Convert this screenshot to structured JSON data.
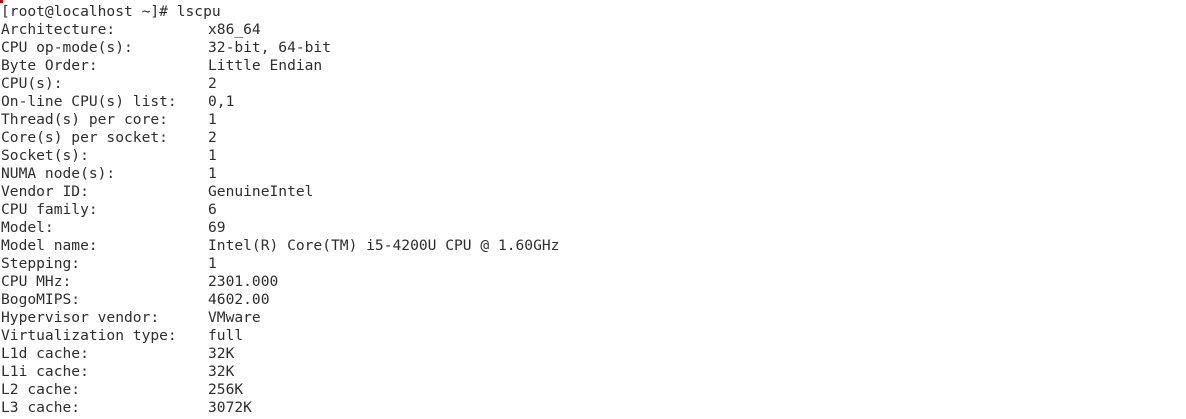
{
  "terminal": {
    "prompt": "[root@localhost ~]# ",
    "command": "lscpu",
    "colors": {
      "background": "#ffffff",
      "text": "#2e2e2e"
    },
    "rows": [
      {
        "key": "Architecture:",
        "value": "x86_64"
      },
      {
        "key": "CPU op-mode(s):",
        "value": "32-bit, 64-bit"
      },
      {
        "key": "Byte Order:",
        "value": "Little Endian"
      },
      {
        "key": "CPU(s):",
        "value": "2"
      },
      {
        "key": "On-line CPU(s) list:",
        "value": "0,1"
      },
      {
        "key": "Thread(s) per core:",
        "value": "1"
      },
      {
        "key": "Core(s) per socket:",
        "value": "2"
      },
      {
        "key": "Socket(s):",
        "value": "1"
      },
      {
        "key": "NUMA node(s):",
        "value": "1"
      },
      {
        "key": "Vendor ID:",
        "value": "GenuineIntel"
      },
      {
        "key": "CPU family:",
        "value": "6"
      },
      {
        "key": "Model:",
        "value": "69"
      },
      {
        "key": "Model name:",
        "value": "Intel(R) Core(TM) i5-4200U CPU @ 1.60GHz"
      },
      {
        "key": "Stepping:",
        "value": "1"
      },
      {
        "key": "CPU MHz:",
        "value": "2301.000"
      },
      {
        "key": "BogoMIPS:",
        "value": "4602.00"
      },
      {
        "key": "Hypervisor vendor:",
        "value": "VMware"
      },
      {
        "key": "Virtualization type:",
        "value": "full"
      },
      {
        "key": "L1d cache:",
        "value": "32K"
      },
      {
        "key": "L1i cache:",
        "value": "32K"
      },
      {
        "key": "L2 cache:",
        "value": "256K"
      },
      {
        "key": "L3 cache:",
        "value": "3072K"
      }
    ]
  }
}
